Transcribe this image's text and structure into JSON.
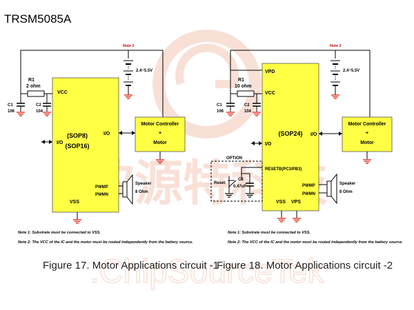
{
  "doc_title": "TRSM5085A",
  "watermark": {
    "line1": "矽源特科技",
    "line2": ".ChipSourceTek"
  },
  "colors": {
    "ic_fill": "#ffff44",
    "accent_red": "#cc0000",
    "ground_red": "#e03020",
    "watermark": "#f5c8b8"
  },
  "fig17": {
    "caption": "Figure 17. Motor Applications circuit -1",
    "ic_name_1": "(SOP8)",
    "ic_name_2": "(SOP16)",
    "pin_vcc": "VCC",
    "pin_io_left": "I/O",
    "pin_io_right": "I/O",
    "pin_pwmp": "PWMP",
    "pin_pwmn": "PWMN",
    "pin_vss": "VSS",
    "r1_name": "R1",
    "r1_value": "2 ohm",
    "c1_name": "C1",
    "c1_value": "106",
    "c2_name": "C2",
    "c2_value": "104",
    "note_tag": "Note 2",
    "battery": "2.4~5.5V",
    "motor_line1": "Motor Controller",
    "motor_line2": "+",
    "motor_line3": "Motor",
    "speaker_line1": "Speaker",
    "speaker_line2": "8 Ohm",
    "note1": "Note 1: Substrate must be connected to VSS.",
    "note2": "Note 2: The VCC of the IC and the motor must be routed independently from the battery source."
  },
  "fig18": {
    "caption": "Figure 18. Motor Applications circuit -2",
    "ic_name": "(SOP24)",
    "pin_vpd": "VPD",
    "pin_vcc": "VCC",
    "pin_io_left": "I/O",
    "pin_io_right": "I/O",
    "pin_reset": "RESETB(PC3/PB3)",
    "pin_pwmp": "PWMP",
    "pin_pwmn": "PWMN",
    "pin_vss": "VSS",
    "pin_vps": "VPS",
    "r1_name": "R1",
    "r1_value": "10 ohm",
    "c1_name": "C1",
    "c1_value": "106",
    "c2_name": "C2",
    "c2_value": "104",
    "c3_name": "C3",
    "c3_value": "0.47uF",
    "option": "OPTION",
    "reset": "Reset",
    "note_tag": "Note 2",
    "battery": "2.4~5.5V",
    "motor_line1": "Motor Controller",
    "motor_line2": "+",
    "motor_line3": "Motor",
    "speaker_line1": "Speaker",
    "speaker_line2": "8 Ohm",
    "note1": "Note 1: Substrate must be connected to VSS.",
    "note2": "Note 2: The VCC of the IC and the motor must be routed independently from the battery source."
  }
}
